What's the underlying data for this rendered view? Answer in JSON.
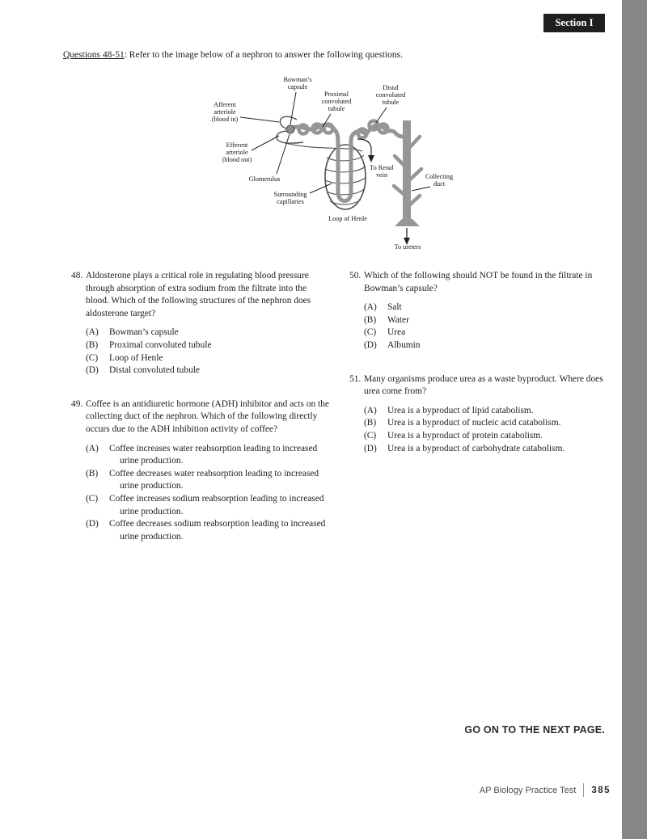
{
  "header": {
    "section_label": "Section I"
  },
  "intro": {
    "lead": "Questions 48-51",
    "rest": ": Refer to the image below of a nephron to answer the following questions."
  },
  "diagram": {
    "labels": {
      "bowmans_capsule": [
        "Bowman’s",
        "capsule"
      ],
      "proximal": [
        "Proximal",
        "convoluted",
        "tubule"
      ],
      "distal": [
        "Distal",
        "convoluted",
        "tubule"
      ],
      "afferent": [
        "Afferent",
        "arteriole",
        "(blood in)"
      ],
      "efferent": [
        "Efferent",
        "arteriole",
        "(blood out)"
      ],
      "glomerulus": [
        "Glomerulus"
      ],
      "surrounding": [
        "Surrounding",
        "capillaries"
      ],
      "loop_of_henle": [
        "Loop of Henle"
      ],
      "to_renal_vein": [
        "To Renal",
        "vein"
      ],
      "collecting_duct": [
        "Collecting",
        "duct"
      ],
      "to_ureters": [
        "To ureters"
      ]
    },
    "colors": {
      "tubule": "#969696",
      "outline": "#4f4f4f",
      "ink": "#222222"
    }
  },
  "questions": [
    {
      "number": "48.",
      "stem": "Aldosterone plays a critical role in regulating blood pressure through absorption of extra sodium from the filtrate into the blood. Which of the following structures of the nephron does aldosterone target?",
      "choices": [
        {
          "letter": "(A)",
          "text": "Bowman’s capsule"
        },
        {
          "letter": "(B)",
          "text": "Proximal convoluted tubule"
        },
        {
          "letter": "(C)",
          "text": "Loop of Henle"
        },
        {
          "letter": "(D)",
          "text": "Distal convoluted tubule"
        }
      ]
    },
    {
      "number": "49.",
      "stem": "Coffee is an antidiuretic hormone (ADH) inhibitor and acts on the collecting duct of the nephron. Which of the following directly occurs due to the ADH inhibition activity of coffee?",
      "choices": [
        {
          "letter": "(A)",
          "text": "Coffee increases water reabsorption leading to increased urine production."
        },
        {
          "letter": "(B)",
          "text": "Coffee decreases water reabsorption leading to increased urine production."
        },
        {
          "letter": "(C)",
          "text": "Coffee increases sodium reabsorption leading to increased urine production."
        },
        {
          "letter": "(D)",
          "text": "Coffee decreases sodium reabsorption leading to increased urine production."
        }
      ]
    },
    {
      "number": "50.",
      "stem": "Which of the following should NOT be found in the filtrate in Bowman’s capsule?",
      "choices": [
        {
          "letter": "(A)",
          "text": "Salt"
        },
        {
          "letter": "(B)",
          "text": "Water"
        },
        {
          "letter": "(C)",
          "text": "Urea"
        },
        {
          "letter": "(D)",
          "text": "Albumin"
        }
      ]
    },
    {
      "number": "51.",
      "stem": "Many organisms produce urea as a waste byproduct. Where does urea come from?",
      "choices": [
        {
          "letter": "(A)",
          "text": "Urea is a byproduct of lipid catabolism."
        },
        {
          "letter": "(B)",
          "text": "Urea is a byproduct of nucleic acid catabolism."
        },
        {
          "letter": "(C)",
          "text": "Urea is a byproduct of protein catabolism."
        },
        {
          "letter": "(D)",
          "text": "Urea is a byproduct of carbohydrate catabolism."
        }
      ]
    }
  ],
  "footer": {
    "go_on": "GO ON TO THE NEXT PAGE.",
    "book_title": "AP Biology Practice Test",
    "page_number": "385"
  }
}
